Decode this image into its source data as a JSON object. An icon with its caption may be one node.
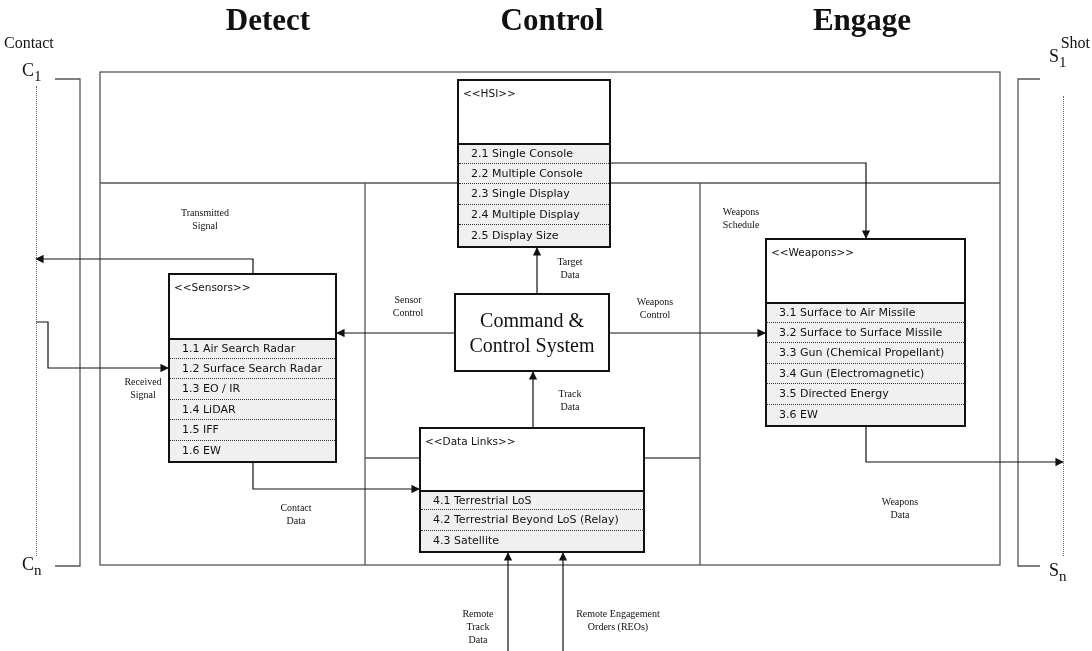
{
  "diagram": {
    "nodes": [
      {
        "text": [
          "Contact",
          "C$_{1}$",
          "C$_{n}$"
        ]
      },
      {
        "text": [
          "<<HSI>>",
          "2.1 Single Console",
          "2.2 Multiple Console",
          "2.3 Single Display",
          "2.4 Multiple Display",
          "2.5 Display Size"
        ]
      },
      {
        "text": [
          "<<Sensors>>",
          "1.1 Air Search Radar",
          "1.2 Surface Search Radar",
          "1.3 EO / IR",
          "1.4 LiDAR",
          "1.5 IFF",
          "1.6 EW"
        ]
      },
      {
        "text": [
          "Command & Control System"
        ]
      },
      {
        "text": [
          "<<Weapons>>",
          "3.1 Surface to Air Missile",
          "3.2 Surface to Surface Missile",
          "3.3 Gun (Chemical Propellant)",
          "3.4 Gun (Electromagnetic)",
          "3.5 Directed Energy",
          "3.6 EW"
        ]
      },
      {
        "text": [
          "<<Data Links>>",
          "4.1 Terrestrial LoS",
          "4.2 Terrestrial Beyond LoS (Relay)",
          "4.3 Satellite"
        ]
      },
      {
        "text": [
          "Shot",
          "S$_{1}$",
          "S$_{n}$"
        ]
      }
    ],
    "edges": [
      {
        "from": 2,
        "to": 0,
        "arrow": "to",
        "label": "Transmitted Signal"
      },
      {
        "from": 0,
        "to": 2,
        "arrow": "to",
        "label": "Received Signal"
      },
      {
        "from": 3,
        "to": 2,
        "arrow": "to",
        "label": "Sensor Control"
      },
      {
        "from": 3,
        "to": 1,
        "arrow": "to",
        "label": "Target Data"
      },
      {
        "from": 3,
        "to": 4,
        "arrow": "to",
        "label": "Weapons Control"
      },
      {
        "from": 1,
        "to": 4,
        "arrow": "to",
        "label": "Weapons Schedule"
      },
      {
        "from": 5,
        "to": 3,
        "arrow": "to",
        "label": "Track Data"
      },
      {
        "from": 2,
        "to": 5,
        "arrow": "to",
        "label": "Contact Data"
      },
      {
        "from": 4,
        "to": 6,
        "arrow": "to",
        "label": "Weapons Data"
      },
      {
        "from": null,
        "to": 5,
        "arrow": "to",
        "label": "Remote Track Data"
      },
      {
        "from": null,
        "to": 5,
        "arrow": "to",
        "label": "Remote Engagement Orders (REOs)"
      }
    ],
    "labels": [
      "Detect",
      "Control",
      "Engage"
    ]
  }
}
